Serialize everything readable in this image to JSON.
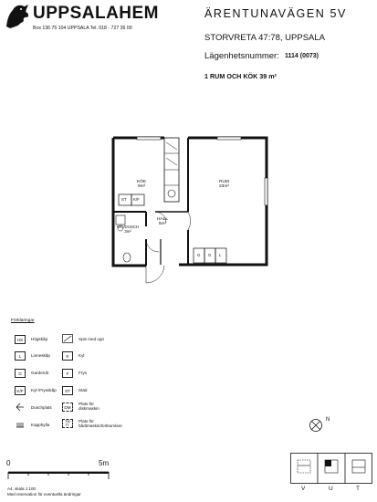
{
  "header": {
    "brand": "UPPSALAHEM",
    "brand_address": "Box 136  75 104 UPPSALA  Tel. 018 - 727 36 00",
    "street": "ÄRENTUNAVÄGEN 5V",
    "address": "STORVRETA 47:78, UPPSALA",
    "apartment_label": "Lägenhetsnummer:",
    "apartment_number": "1114 (0073)",
    "size": "1 RUM OCH KÖK 39 m²"
  },
  "plan": {
    "kitchen": "KÖK",
    "kitchen_area": "9m²",
    "room": "RUM",
    "room_area": "23m²",
    "hall": "HALL",
    "hall_area": "5m²",
    "bath": "WC/DUSCH",
    "bath_area": "3m²",
    "cab_st": "ST",
    "cab_kf": "K/F",
    "wardrobe_g1": "G",
    "wardrobe_g2": "G",
    "wardrobe_l": "L"
  },
  "legend": {
    "title": "Förklaringar",
    "items": [
      {
        "code": "HS",
        "label": "Högskåp"
      },
      {
        "code": "L",
        "label": "Linneskåp"
      },
      {
        "code": "G",
        "label": "Garderob"
      },
      {
        "code": "K/F",
        "label": "Kyl-/Frysskåp"
      },
      {
        "code": "",
        "label": "Duschplats"
      },
      {
        "code": "",
        "label": "Kapphylla"
      }
    ],
    "items2": [
      {
        "code": "",
        "label": "Spis med ugn"
      },
      {
        "code": "K",
        "label": "Kyl"
      },
      {
        "code": "F",
        "label": "Frys"
      },
      {
        "code": "ST",
        "label": "Städ"
      },
      {
        "code": "DM",
        "label": "Plats för\ndiskmaskin"
      },
      {
        "code": "TM\nTT",
        "label": "Plats för\nbådtmaskin/torktumlare"
      }
    ]
  },
  "compass": {
    "north": "N"
  },
  "scale": {
    "zero": "0",
    "five": "5m",
    "note1": "A4, skala 1:100",
    "note2": "Med reservation för eventuella ändringar"
  },
  "orientation": {
    "letters": [
      "V",
      "U",
      "T"
    ]
  }
}
